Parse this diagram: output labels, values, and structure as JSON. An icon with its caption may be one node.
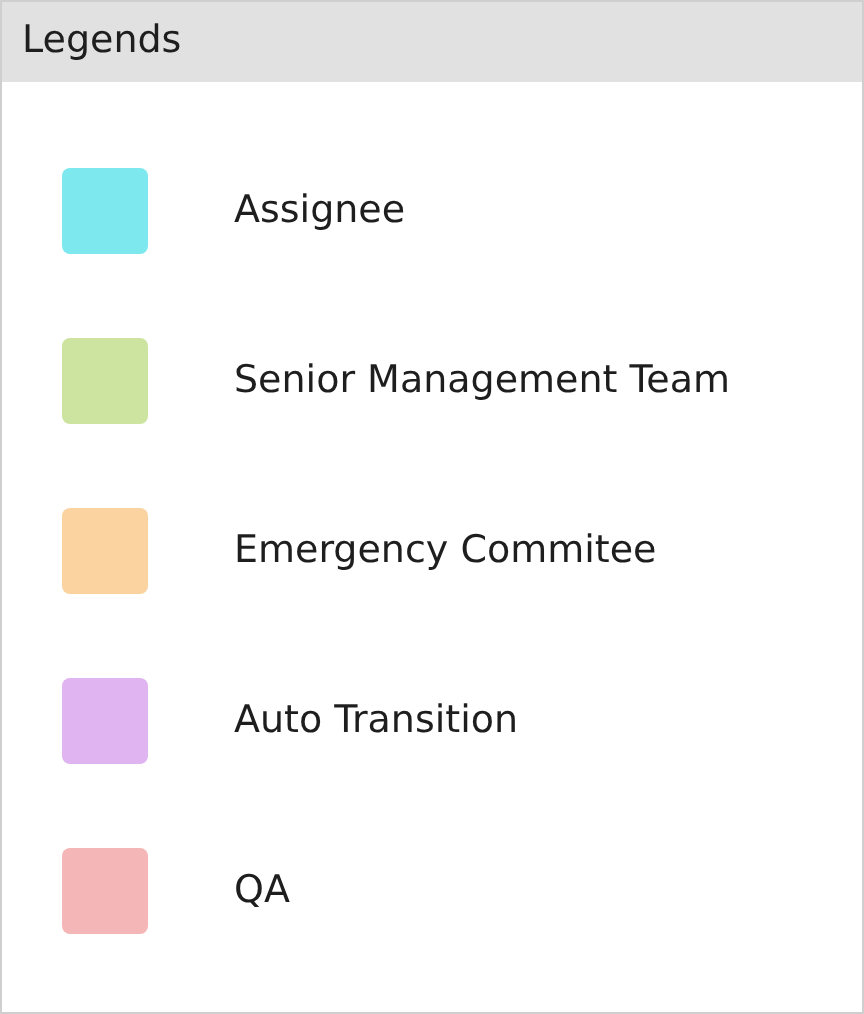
{
  "diagram": {
    "title": "Legends",
    "legend": [
      {
        "text": "Assignee",
        "color": "#7de9ef"
      },
      {
        "text": "Senior Management Team",
        "color": "#cde4a0"
      },
      {
        "text": "Emergency Commitee",
        "color": "#fad3a0"
      },
      {
        "text": "Auto Transition",
        "color": "#e0b4f0"
      },
      {
        "text": "QA",
        "color": "#f4b6b6"
      }
    ]
  }
}
